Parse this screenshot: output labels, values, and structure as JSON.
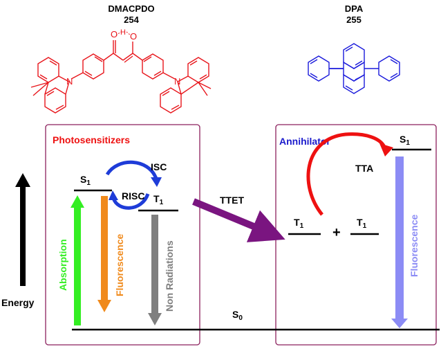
{
  "molecules": {
    "sensitizer": {
      "name": "DMACPDO",
      "number": "254",
      "color": "#e8151b"
    },
    "annihilator": {
      "name": "DPA",
      "number": "255",
      "color": "#1a1adb"
    }
  },
  "left_box": {
    "title": "Photosensitizers",
    "title_color": "#ee1111",
    "s1": "S",
    "s1_sub": "1",
    "t1": "T",
    "t1_sub": "1",
    "isc": "ISC",
    "risc": "RISC",
    "absorption": "Absorption",
    "fluorescence": "Fluorescence",
    "non_rad": "Non Radiations"
  },
  "right_box": {
    "title": "Annihilator",
    "title_color": "#1a1acc",
    "s1": "S",
    "s1_sub": "1",
    "t1a": "T",
    "t1a_sub": "1",
    "plus": "+",
    "t1b": "T",
    "t1b_sub": "1",
    "tta": "TTA",
    "fluorescence": "Fluorescence"
  },
  "ttet": "TTET",
  "energy": "Energy",
  "s0": "S",
  "s0_sub": "0",
  "colors": {
    "box": "#8b1f5c",
    "absorption": "#33ee22",
    "fluorescence_left": "#f08a1c",
    "non_rad": "#7f7f7f",
    "isc": "#1e3cd8",
    "ttet": "#7a1580",
    "tta": "#ee1111",
    "fluorescence_right": "#8c8cf5",
    "energy": "#000000"
  }
}
